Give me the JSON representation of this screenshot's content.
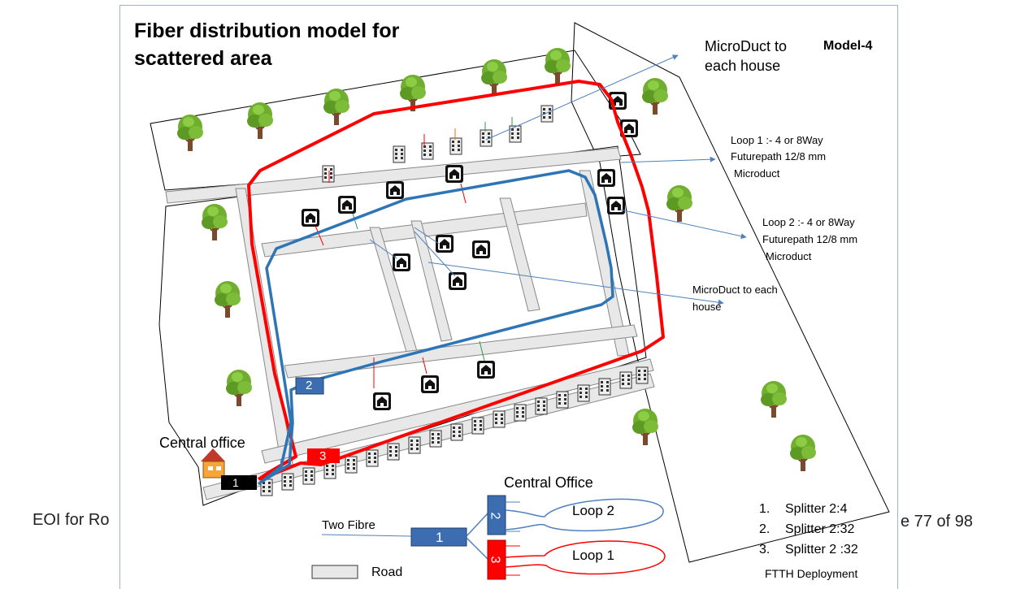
{
  "title": {
    "line1": "Fiber distribution model for",
    "line2": "scattered area"
  },
  "model_label": "Model-4",
  "annotations": {
    "microduct_top_line1": "MicroDuct to",
    "microduct_top_line2": "each house",
    "loop1_line1": "Loop 1  :- 4 or 8Way",
    "loop1_line2": "Futurepath 12/8 mm",
    "loop1_line3": "Microduct",
    "loop2_line1": "Loop 2  :- 4 or 8Way",
    "loop2_line2": "Futurepath 12/8 mm",
    "loop2_line3": "Microduct",
    "microduct_mid_line1": "MicroDuct to each",
    "microduct_mid_line2": "house",
    "central_office_map": "Central office"
  },
  "splitter_markers": {
    "one": "1",
    "two": "2",
    "three": "3"
  },
  "schematic": {
    "heading": "Central Office",
    "input_label": "Two Fibre",
    "loop2": "Loop 2",
    "loop1": "Loop 1",
    "box1": "1",
    "box2": "2",
    "box3": "3"
  },
  "legend": {
    "road": "Road",
    "splitters": [
      "Splitter  2:4",
      "Splitter  2:32",
      "Splitter  2 :32"
    ],
    "numbers": [
      "1.",
      "2.",
      "3."
    ],
    "deployment": "FTTH Deployment"
  },
  "page_footer": {
    "left": "EOI for Ro",
    "right": "e 77 of 98"
  },
  "colors": {
    "loop1": "#ff0000",
    "loop2": "#2e75b6",
    "road": "#e8e8e8",
    "tree": "#6fae2f",
    "trunk": "#7a4a2a",
    "splitter_blue": "#3c6db0",
    "splitter_red": "#ff0000",
    "splitter_black": "#000000",
    "drop_green": "#2e9c4f",
    "arrow": "#4f81bd"
  }
}
